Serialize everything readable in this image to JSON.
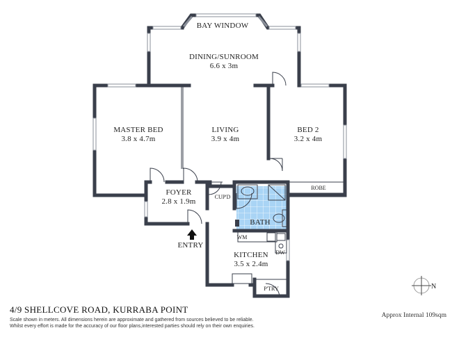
{
  "rooms": {
    "bay_window": "BAY WINDOW",
    "dining_name": "DINING/SUNROOM",
    "dining_size": "6.6 x 3m",
    "master_name": "MASTER BED",
    "master_size": "3.8 x 4.7m",
    "living_name": "LIVING",
    "living_size": "3.9 x 4m",
    "bed2_name": "BED 2",
    "bed2_size": "3.2 x 4m",
    "robe": "ROBE",
    "foyer_name": "FOYER",
    "foyer_size": "2.8 x 1.9m",
    "cupd": "CUP'D",
    "bath": "BATH",
    "entry": "ENTRY",
    "wm": "WM",
    "dw": "DW",
    "kitchen_name": "KITCHEN",
    "kitchen_size": "3.5 x 2.4m",
    "ptry": "P'TRY"
  },
  "compass": {
    "label": "N"
  },
  "footer": {
    "address": "4/9 SHELLCOVE ROAD, KURRABA POINT",
    "disclaimer_1": "Scale shown in meters. All dimensions herein are approximate and gathered from sources believed to be  reliable.",
    "disclaimer_2": "Whilst every effort is made for the accuracy of our floor plans,interested parties should rely on their own enquiries.",
    "area": "Approx Internal 109sqm"
  },
  "colors": {
    "wall": "#3a3f4b",
    "bath_tile": "#a9d4f5"
  }
}
